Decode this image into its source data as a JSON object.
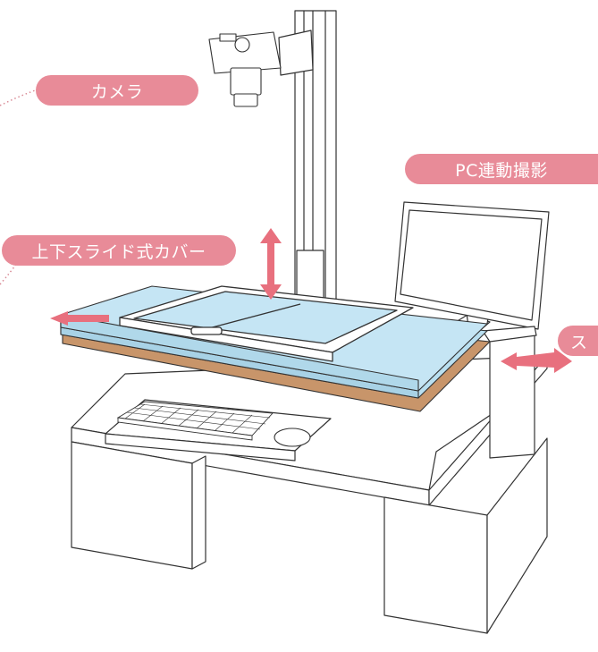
{
  "labels": {
    "camera": "カメラ",
    "pc_linked_shooting": "PC連動撮影",
    "sliding_cover": "上下スライド式カバー",
    "partial_label": "ス"
  },
  "colors": {
    "label_fill": "#e88b98",
    "label_text": "#ffffff",
    "arrow": "#e8707e",
    "glass": "#b9dff0",
    "platen_wood": "#c8956a",
    "outline": "#333333"
  },
  "icons": {
    "vertical_arrow": "double-arrow-vertical",
    "left_arrow": "arrow-left",
    "right_arrow": "double-arrow-horizontal"
  }
}
